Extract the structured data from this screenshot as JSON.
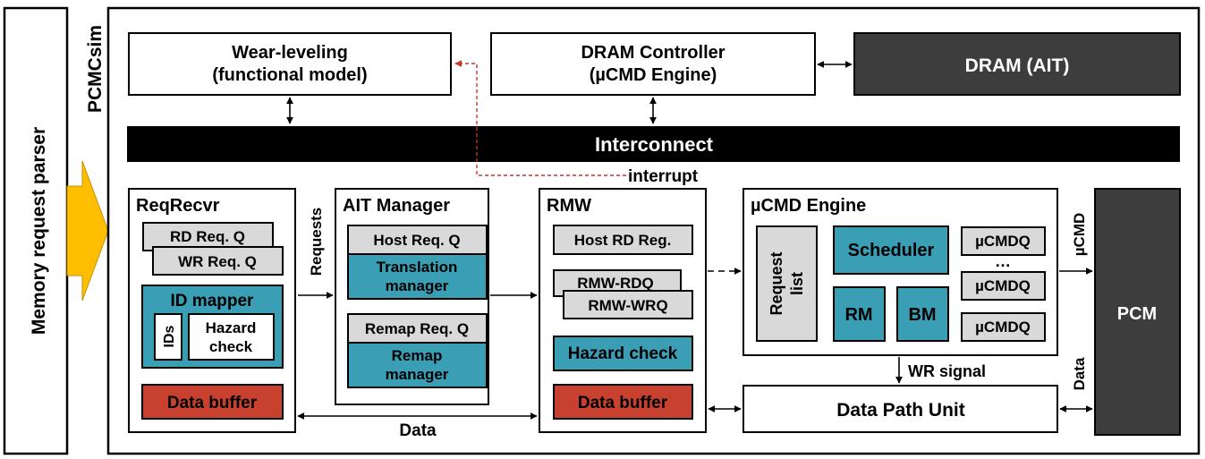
{
  "colors": {
    "teal": "#3a9fb5",
    "red": "#c8402e",
    "gray_light": "#d9d9d9",
    "dark": "#3d3d3d",
    "black": "#000000",
    "yellow": "#ffbf00",
    "interrupt_line": "#c0392b"
  },
  "parser": {
    "label": "Memory request parser"
  },
  "pcmcsim": {
    "label": "PCMCsim"
  },
  "top": {
    "wear_leveling": {
      "line1": "Wear-leveling",
      "line2": "(functional model)"
    },
    "dram_controller": {
      "line1": "DRAM Controller",
      "line2": "(µCMD Engine)"
    },
    "dram": "DRAM (AIT)"
  },
  "interconnect": "Interconnect",
  "interrupt": "interrupt",
  "reqrecvr": {
    "title": "ReqRecvr",
    "rd_q": "RD Req. Q",
    "wr_q": "WR Req. Q",
    "id_mapper": "ID mapper",
    "ids": "IDs",
    "hazard_line1": "Hazard",
    "hazard_line2": "check",
    "data_buffer": "Data buffer"
  },
  "requests": "Requests",
  "ait_manager": {
    "title": "AIT Manager",
    "host_req_q": "Host Req. Q",
    "translation_line1": "Translation",
    "translation_line2": "manager",
    "remap_req_q": "Remap Req. Q",
    "remap_line1": "Remap",
    "remap_line2": "manager"
  },
  "rmw": {
    "title": "RMW",
    "host_rd_reg": "Host RD Reg.",
    "rmw_rdq": "RMW-RDQ",
    "rmw_wrq": "RMW-WRQ",
    "hazard_check": "Hazard check",
    "data_buffer": "Data buffer"
  },
  "ucmd_engine": {
    "title": "µCMD Engine",
    "request_line1": "Request",
    "request_line2": "list",
    "scheduler": "Scheduler",
    "rm": "RM",
    "bm": "BM",
    "ucmdq": "µCMDQ",
    "dots": "…"
  },
  "ucmd_label": "µCMD",
  "wr_signal": "WR signal",
  "data_label": "Data",
  "data_path_unit": "Data Path Unit",
  "pcm": "PCM"
}
